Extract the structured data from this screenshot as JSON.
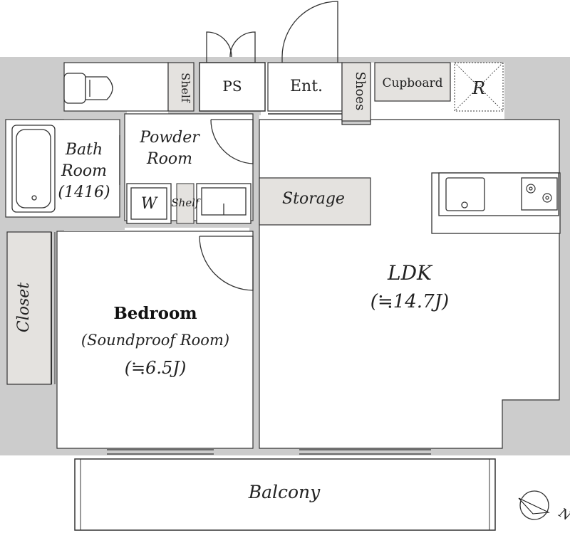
{
  "colors": {
    "wall": "#cccccc",
    "room": "#ffffff",
    "storage": "#e4e2df",
    "line": "#333333"
  },
  "rooms": {
    "ps": "PS",
    "entrance": "Ent.",
    "shoes": "Shoes",
    "cupboard": "Cupboard",
    "refrigerator": "R",
    "shelf_top": "Shelf",
    "powder_room_line1": "Powder",
    "powder_room_line2": "Room",
    "bath_line1": "Bath",
    "bath_line2": "Room",
    "bath_size": "(1416)",
    "washer": "W",
    "shelf_small": "Shelf",
    "storage": "Storage",
    "closet": "Closet",
    "bedroom_title": "Bedroom",
    "bedroom_sub": "(Soundproof Room)",
    "bedroom_size": "(≒6.5J)",
    "ldk_title": "LDK",
    "ldk_size": "(≒14.7J)",
    "balcony": "Balcony",
    "compass": "N"
  }
}
